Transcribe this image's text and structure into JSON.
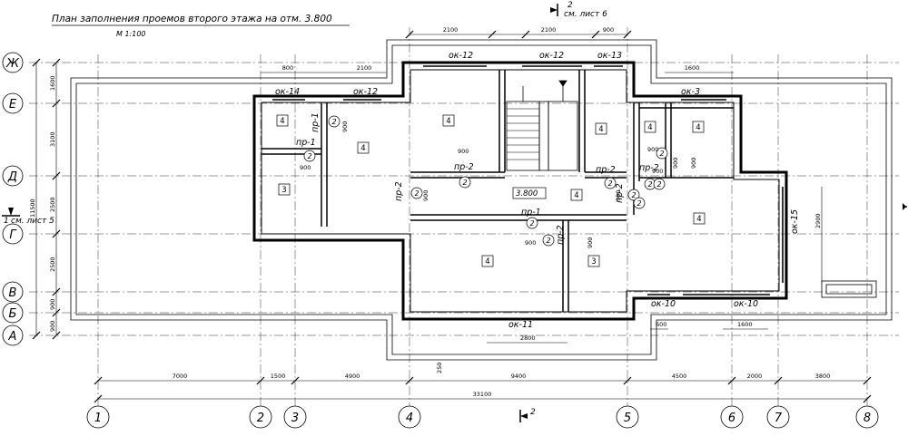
{
  "title": "План заполнения проемов второго этажа на отм. 3.800",
  "scale": "М 1:100",
  "sheet_ref_top": "см. лист 6",
  "sheet_ref_left": "см. лист 5",
  "section_mark": "2",
  "section_mark_left": "1",
  "level_mark": "3.800",
  "row_axes": [
    "Ж",
    "Е",
    "Д",
    "Г",
    "В",
    "Б",
    "А"
  ],
  "col_axes": [
    "1",
    "2",
    "3",
    "4",
    "5",
    "6",
    "7",
    "8"
  ],
  "left_dims": [
    "1600",
    "3100",
    "2500",
    "2500",
    "900",
    "900"
  ],
  "left_total": "11500",
  "bottom_dims": [
    "7000",
    "1500",
    "4900",
    "9400",
    "4500",
    "2000",
    "3800"
  ],
  "bottom_total": "33100",
  "top_dims": [
    "2100",
    "2100",
    "900"
  ],
  "upper_left_dims": [
    "800",
    "2100"
  ],
  "right_top_dim": "1600",
  "dim_250": "250",
  "dim_2800": "2800",
  "dim_1600b": "1600",
  "dim_600": "600",
  "dim_2900": "2900",
  "opening_dims": [
    "900",
    "900",
    "900",
    "900",
    "900",
    "900",
    "900",
    "900",
    "900",
    "900",
    "900"
  ],
  "windows": [
    {
      "label": "ок-12"
    },
    {
      "label": "ок-12"
    },
    {
      "label": "ок-13"
    },
    {
      "label": "ок-14"
    },
    {
      "label": "ок-12"
    },
    {
      "label": "ок-3"
    },
    {
      "label": "ок-15"
    },
    {
      "label": "ок-11"
    },
    {
      "label": "ок-10"
    },
    {
      "label": "ок-10"
    }
  ],
  "doors": [
    {
      "label": "пр-1"
    },
    {
      "label": "пр-1"
    },
    {
      "label": "пр-2"
    },
    {
      "label": "пр-2"
    },
    {
      "label": "пр-2"
    },
    {
      "label": "пр-2"
    },
    {
      "label": "пр-1"
    },
    {
      "label": "пр-2"
    },
    {
      "label": "пр-2"
    }
  ],
  "door_circles": [
    "2",
    "2",
    "2",
    "2",
    "2",
    "2",
    "2",
    "2",
    "2",
    "2",
    "2",
    "2"
  ],
  "room_tags": [
    "4",
    "4",
    "4",
    "4",
    "4",
    "3",
    "4",
    "4",
    "4",
    "4",
    "3"
  ]
}
